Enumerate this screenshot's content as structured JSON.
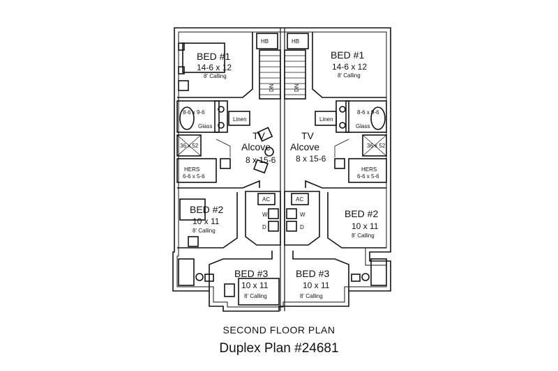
{
  "caption": {
    "floor": "SECOND FLOOR PLAN",
    "plan": "Duplex Plan #24681"
  },
  "left_unit": {
    "bed1": {
      "name": "BED #1",
      "dims": "14-6 x 12",
      "ceiling": "8' Calling"
    },
    "bath": {
      "dims": "8-6 x 9-6",
      "glass": "Glass",
      "shower": "36 x 52"
    },
    "hers": {
      "name": "HERS",
      "dims": "6-6 x 5-6"
    },
    "linen": "Linen",
    "hb": "HB",
    "dn": "DN",
    "tv": {
      "name1": "TV",
      "name2": "Alcove",
      "dims": "8 x 15-6"
    },
    "ac": "AC",
    "w": "W",
    "d": "D",
    "bed2": {
      "name": "BED #2",
      "dims": "10 x 11",
      "ceiling": "8' Calling"
    },
    "bed3": {
      "name": "BED #3",
      "dims": "10 x 11",
      "ceiling": "8' Calling"
    }
  },
  "right_unit": {
    "bed1": {
      "name": "BED #1",
      "dims": "14-6 x 12",
      "ceiling": "8' Calling"
    },
    "bath": {
      "dims": "8-6 x 9-6",
      "glass": "Glass",
      "shower": "36 x 52"
    },
    "hers": {
      "name": "HERS",
      "dims": "6-6 x 5-6"
    },
    "linen": "Linen",
    "hb": "HB",
    "dn": "DN",
    "tv": {
      "name1": "TV",
      "name2": "Alcove",
      "dims": "8 x 15-6"
    },
    "ac": "AC",
    "w": "W",
    "d": "D",
    "bed2": {
      "name": "BED #2",
      "dims": "10 x 11",
      "ceiling": "8' Calling"
    },
    "bed3": {
      "name": "BED #3",
      "dims": "10 x 11",
      "ceiling": "8' Calling"
    }
  }
}
